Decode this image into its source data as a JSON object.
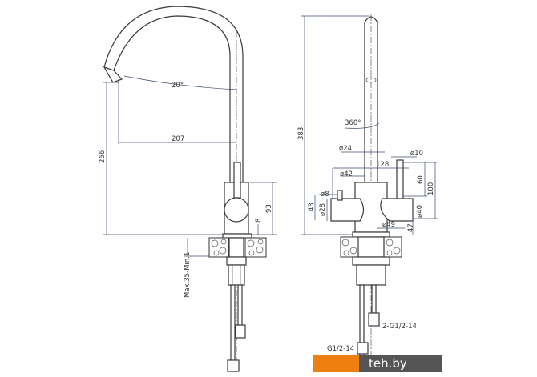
{
  "dimensions": {
    "left_view": {
      "angle": "20°",
      "reach": "207",
      "height": "266",
      "body_height": "93",
      "base_offset": "8",
      "countertop": "Max.35-Min.1"
    },
    "right_view": {
      "total_height": "383",
      "rotation": "360°",
      "pipe_diameter": "ø24",
      "width": "128",
      "body_diameter": "ø42",
      "lever_diameter": "ø10",
      "lever_height": "60",
      "handle_height": "100",
      "pin_diameter": "ø8",
      "left_height": "43",
      "left_diameter": "ø28",
      "handle_diameter": "ø40",
      "base_diameter": "ø49",
      "base_height": "47",
      "hose_thread": "2-G1/2-14",
      "hose_thread_bottom": "G1/2-14"
    }
  },
  "watermark": {
    "text": "teh.by"
  }
}
